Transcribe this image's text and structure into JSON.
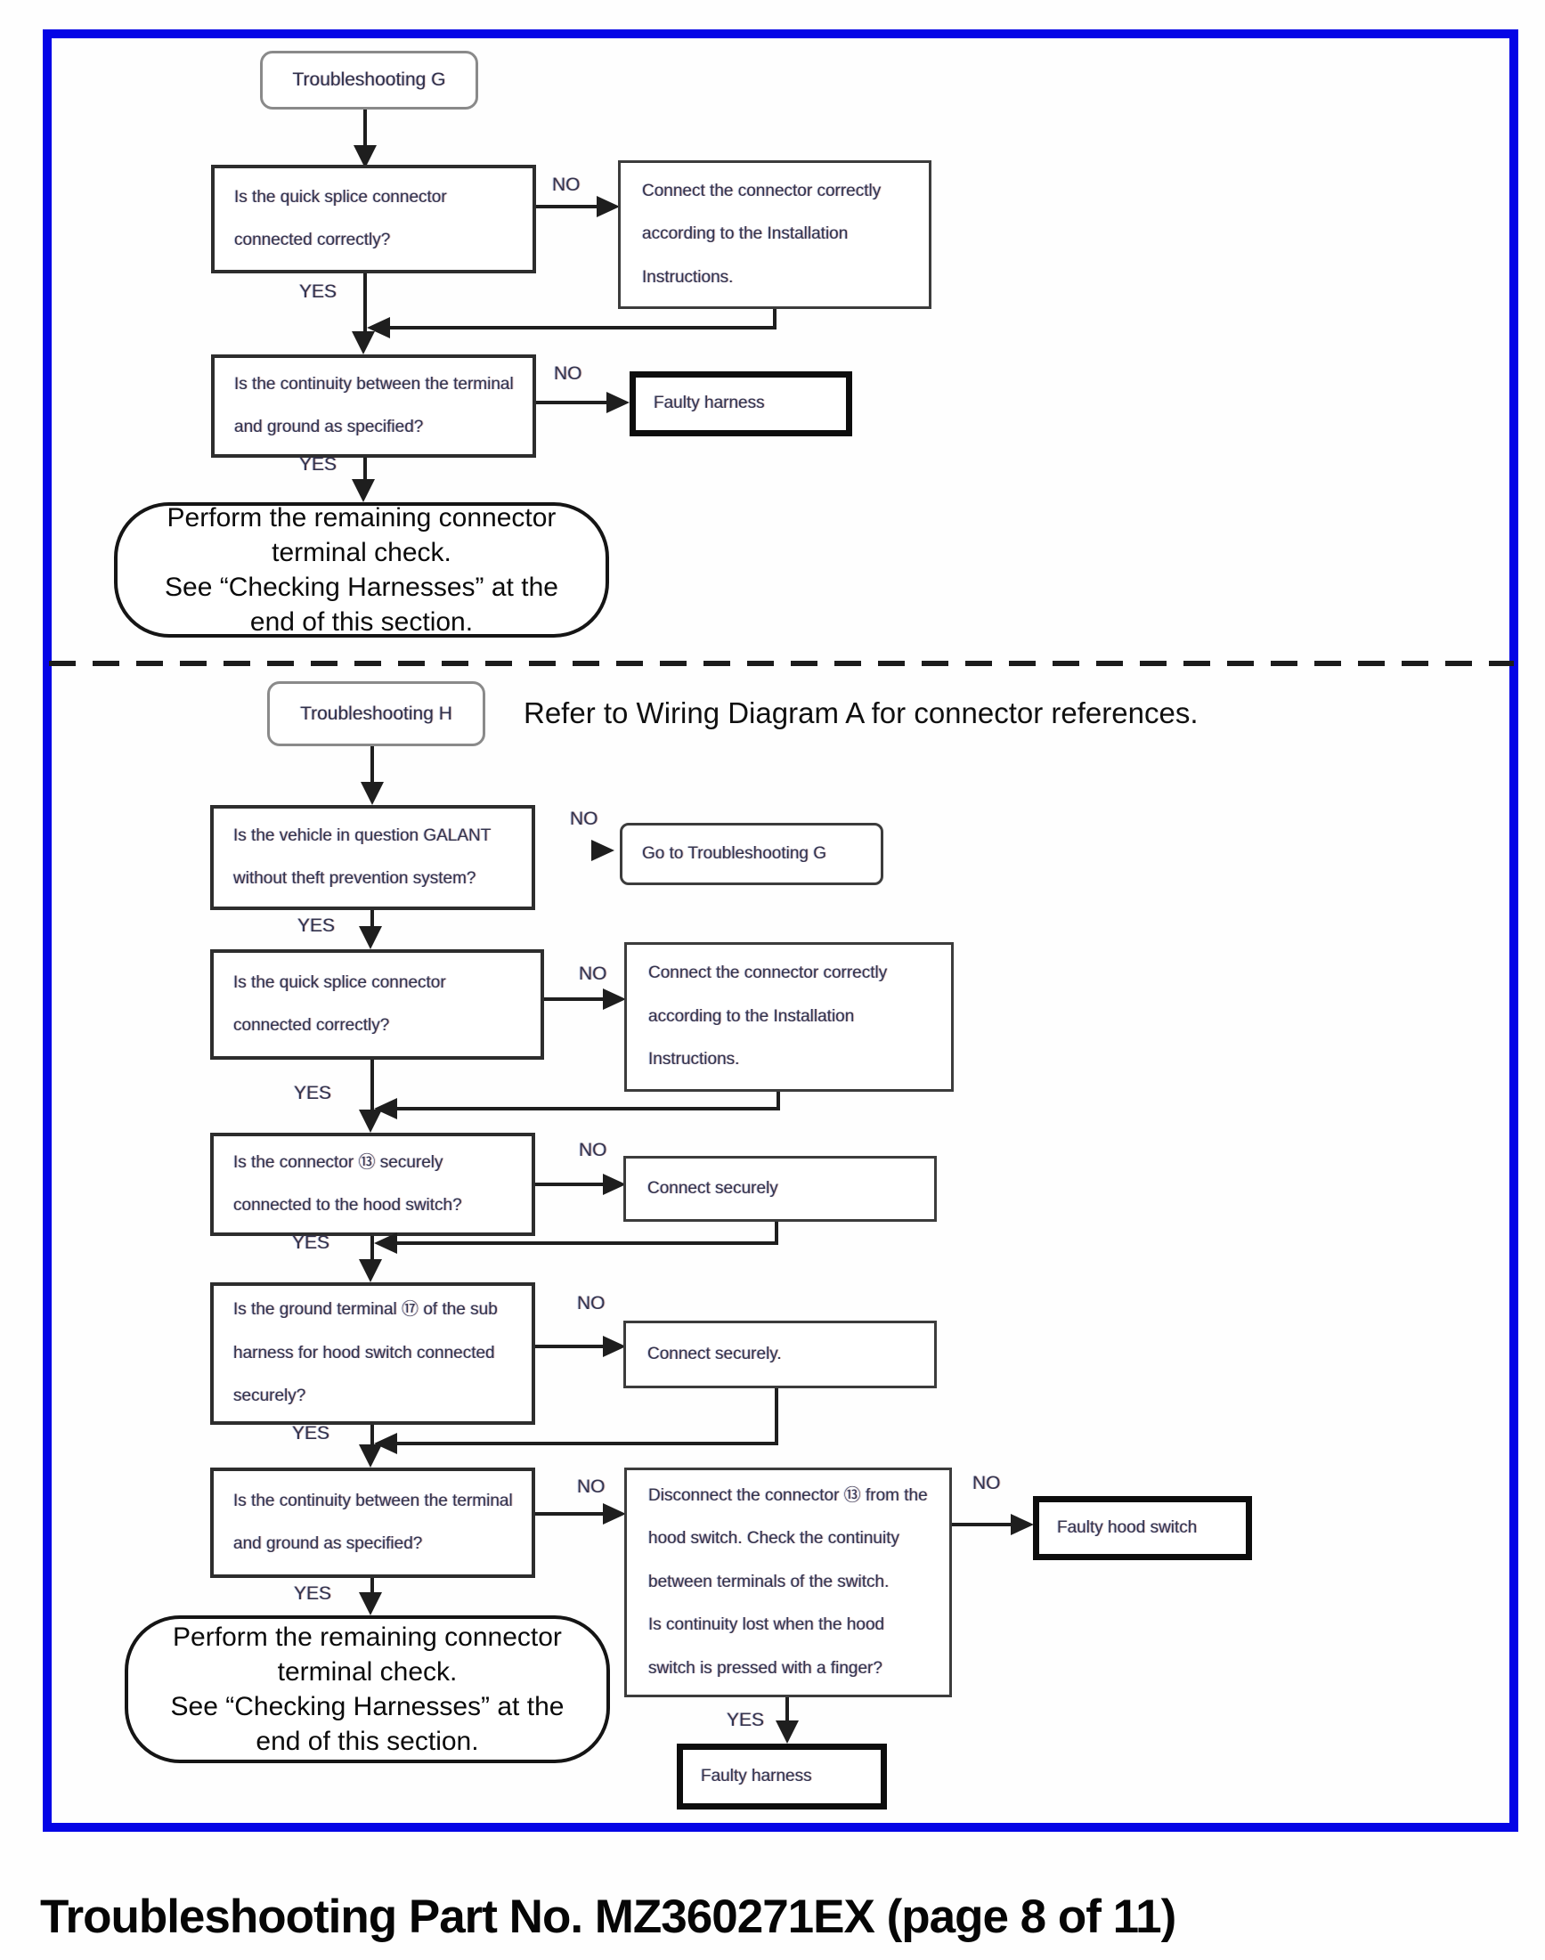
{
  "page": {
    "caption": "Troubleshooting Part No. MZ360271EX (page 8 of 11)"
  },
  "labels": {
    "yes": "YES",
    "no": "NO"
  },
  "section_g": {
    "title": "Troubleshooting G",
    "q1": "Is the quick splice connector\nconnected correctly?",
    "r1": "Connect the connector correctly\naccording to the Installation\nInstructions.",
    "q2": "Is the continuity between the terminal\nand ground as specified?",
    "r2": "Faulty harness",
    "terminal": "Perform the remaining connector\nterminal check.\nSee “Checking Harnesses” at the\nend of this section."
  },
  "section_h": {
    "title": "Troubleshooting H",
    "note": "Refer to Wiring Diagram A for connector references.",
    "q1": "Is the vehicle in question GALANT\nwithout theft prevention system?",
    "r1": "Go to Troubleshooting G",
    "q2": "Is the quick splice connector\nconnected correctly?",
    "r2": "Connect the connector correctly\naccording to the Installation\nInstructions.",
    "q3": "Is the connector ⑬ securely\nconnected to the hood switch?",
    "r3": "Connect securely",
    "q4": "Is the ground terminal ⑰ of the sub\nharness for hood switch connected\nsecurely?",
    "r4": "Connect securely.",
    "q5": "Is the continuity between the terminal\nand ground as specified?",
    "r5": "Disconnect the connector ⑬ from the\nhood switch. Check the continuity\nbetween terminals of the switch.\nIs continuity lost when the hood\nswitch is pressed with a finger?",
    "r5_no": "Faulty hood switch",
    "r5_yes": "Faulty harness",
    "terminal": "Perform the remaining connector\nterminal check.\nSee “Checking Harnesses” at the\nend of this section."
  }
}
